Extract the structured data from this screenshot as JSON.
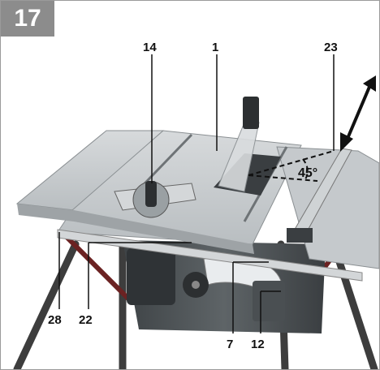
{
  "figure": {
    "number": "17"
  },
  "callouts": {
    "c14": "14",
    "c1": "1",
    "c23": "23",
    "c28": "28",
    "c22": "22",
    "c7": "7",
    "c12": "12"
  },
  "angle_label": "45°",
  "colors": {
    "badge": "#8c8c8c",
    "table_top": "#c9cdd0",
    "metal_dark": "#4a4f52",
    "frame_red": "#8a2a2a"
  }
}
